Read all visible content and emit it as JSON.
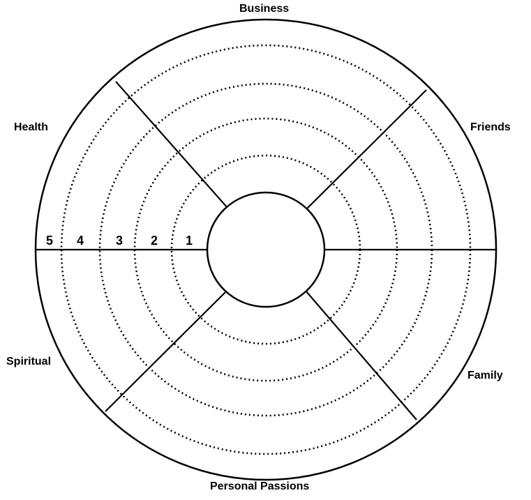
{
  "title": "",
  "categories": {
    "business": "Business",
    "friends": "Friends",
    "family": "Family",
    "personal_passions": "Personal Passions",
    "spiritual": "Spiritual",
    "health": "Health"
  },
  "scale": {
    "labels": [
      "1",
      "2",
      "3",
      "4",
      "5"
    ]
  },
  "colors": {
    "stroke": "#000000",
    "background": "#ffffff"
  }
}
